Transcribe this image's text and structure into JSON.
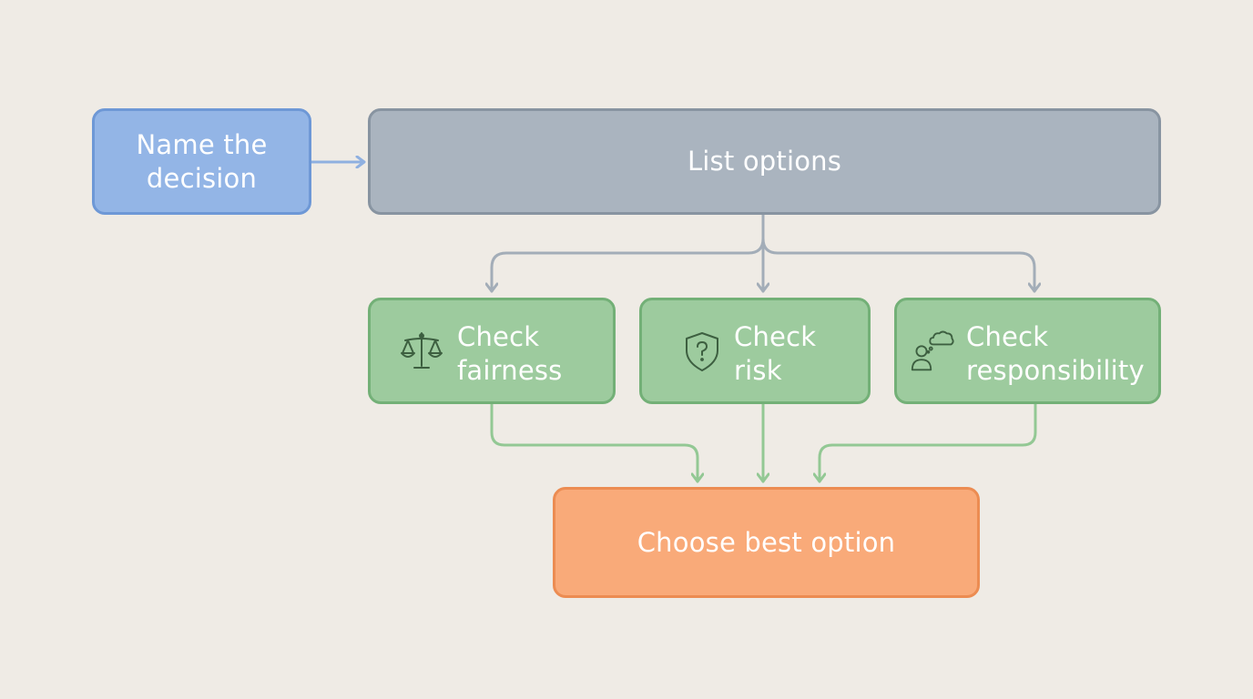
{
  "nodes": {
    "name_decision": "Name the\ndecision",
    "list_options": "List options",
    "check_fairness": "Check\nfairness",
    "check_risk": "Check\nrisk",
    "check_responsibility": "Check\nresponsibility",
    "choose_best": "Choose best option"
  },
  "icons": {
    "fairness": "scales-icon",
    "risk": "shield-question-icon",
    "responsibility": "person-thought-icon"
  },
  "colors": {
    "background": "#efebe5",
    "start": "#93b5e6",
    "options": "#aab4bf",
    "checks": "#9dcb9e",
    "result": "#f9aa79",
    "arrow_blue": "#8fb0e0",
    "arrow_gray": "#a3adb8",
    "arrow_green": "#93c894"
  }
}
